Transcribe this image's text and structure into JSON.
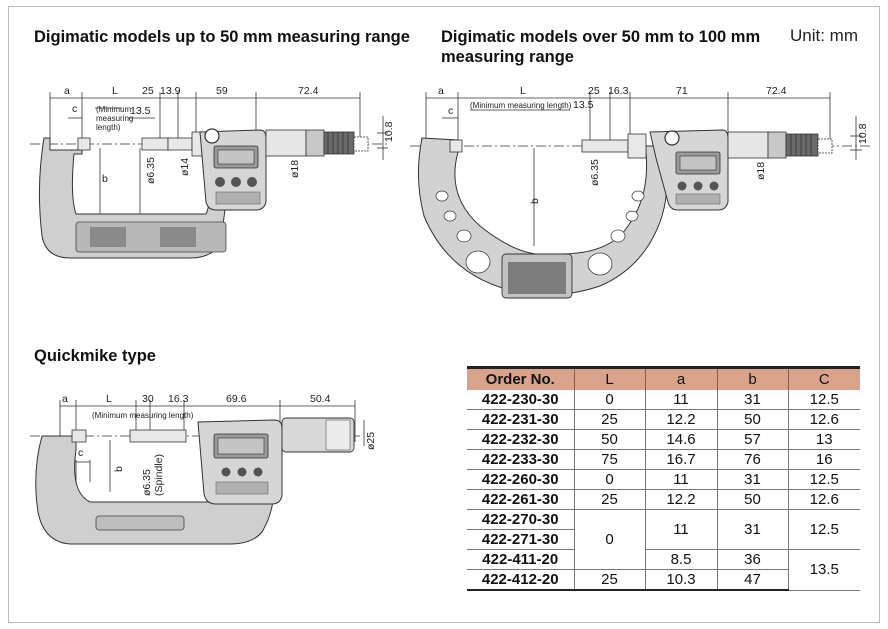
{
  "titles": {
    "unit": "Unit: mm",
    "top_left": "Digimatic models up to 50 mm measuring range",
    "top_right": "Digimatic models over 50 mm to 100 mm measuring range",
    "bottom_left": "Quickmike type"
  },
  "drawing1": {
    "dims": {
      "a": "a",
      "c": "c",
      "L": "L",
      "b": "b",
      "note": [
        "(Minimum",
        "measuring",
        "length)"
      ],
      "d25": "25",
      "d13_5": "13.5",
      "d13_9": "13.9",
      "d59": "59",
      "d72_4": "72.4",
      "d10_8": "10.8",
      "phi6_35": "ø6.35",
      "phi14": "ø14",
      "phi18": "ø18"
    }
  },
  "drawing2": {
    "dims": {
      "a": "a",
      "c": "c",
      "L": "L",
      "b": "b",
      "note": "(Minimum measuring length)",
      "d25": "25",
      "d13_5": "13.5",
      "d16_3": "16.3",
      "d71": "71",
      "d72_4": "72.4",
      "d10_8": "10.8",
      "phi6_35": "ø6.35",
      "phi18": "ø18"
    }
  },
  "drawing3": {
    "dims": {
      "a": "a",
      "c": "c",
      "L": "L",
      "b": "b",
      "note": "(Minimum measuring length)",
      "d30": "30",
      "d16_3": "16.3",
      "d69_6": "69.6",
      "d50_4": "50.4",
      "phi25": "ø25",
      "phi6_35": "ø6.35",
      "spindle": "(Spindle)"
    }
  },
  "table": {
    "headers": [
      "Order No.",
      "L",
      "a",
      "b",
      "C"
    ],
    "rows": [
      [
        "422-230-30",
        "0",
        "11",
        "31",
        "12.5"
      ],
      [
        "422-231-30",
        "25",
        "12.2",
        "50",
        "12.6"
      ],
      [
        "422-232-30",
        "50",
        "14.6",
        "57",
        "13"
      ],
      [
        "422-233-30",
        "75",
        "16.7",
        "76",
        "16"
      ],
      [
        "422-260-30",
        "0",
        "11",
        "31",
        "12.5"
      ],
      [
        "422-261-30",
        "25",
        "12.2",
        "50",
        "12.6"
      ]
    ],
    "group": {
      "orders": [
        "422-270-30",
        "422-271-30",
        "422-411-20",
        "422-412-20"
      ],
      "L_0": "0",
      "L_25": "25",
      "a_11": "11",
      "a_8_5": "8.5",
      "a_10_3": "10.3",
      "b_31": "31",
      "b_36": "36",
      "b_47": "47",
      "C_12_5": "12.5",
      "C_13_5": "13.5"
    }
  }
}
